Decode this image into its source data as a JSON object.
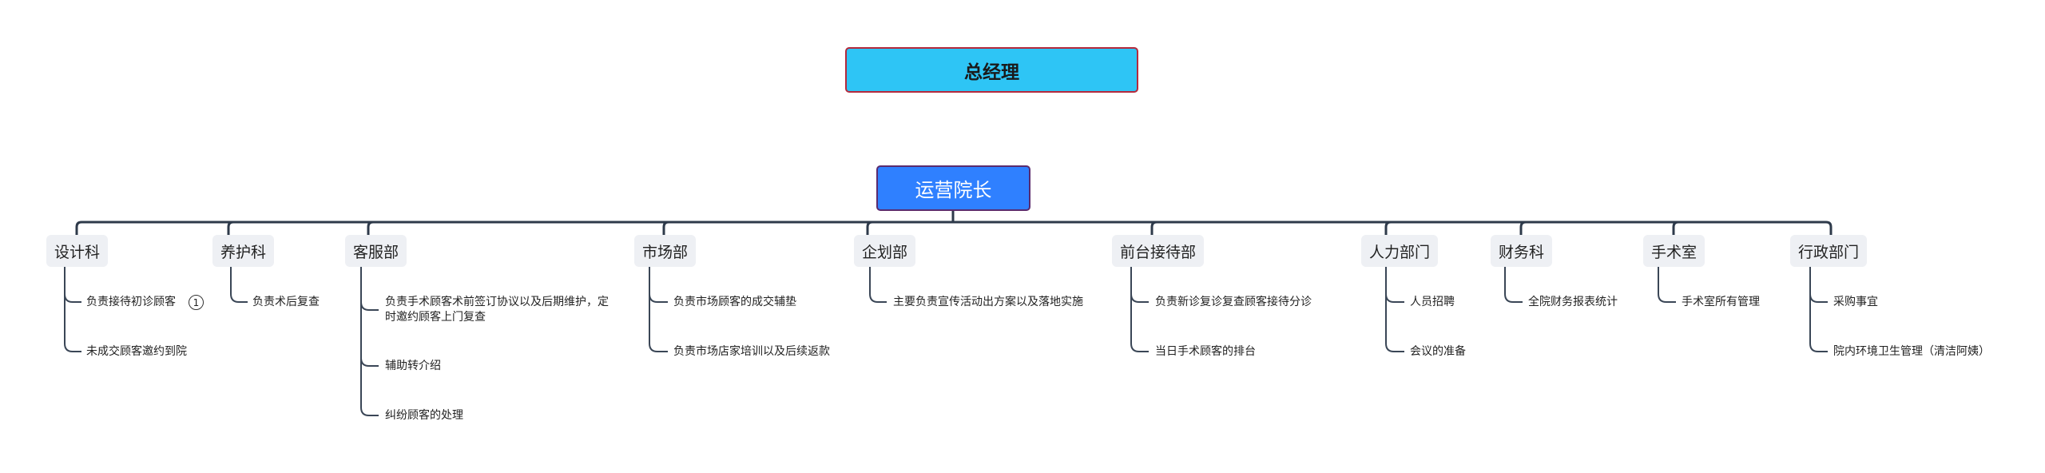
{
  "general_manager": "总经理",
  "operations_director": "运营院长",
  "departments": [
    {
      "name": "设计科",
      "tasks": [
        "负责接待初诊顾客",
        "未成交顾客邀约到院"
      ]
    },
    {
      "name": "养护科",
      "tasks": [
        "负责术后复查"
      ]
    },
    {
      "name": "客服部",
      "tasks": [
        "负责手术顾客术前签订协议以及后期维护，定",
        "时邀约顾客上门复查",
        "辅助转介绍",
        "纠纷顾客的处理"
      ]
    },
    {
      "name": "市场部",
      "tasks": [
        "负责市场顾客的成交辅垫",
        "负责市场店家培训以及后续返款"
      ]
    },
    {
      "name": "企划部",
      "tasks": [
        "主要负责宣传活动出方案以及落地实施"
      ]
    },
    {
      "name": "前台接待部",
      "tasks": [
        "负责新诊复诊复查顾客接待分诊",
        "当日手术顾客的排台"
      ]
    },
    {
      "name": "人力部门",
      "tasks": [
        "人员招聘",
        "会议的准备"
      ]
    },
    {
      "name": "财务科",
      "tasks": [
        "全院财务报表统计"
      ]
    },
    {
      "name": "手术室",
      "tasks": [
        "手术室所有管理"
      ]
    },
    {
      "name": "行政部门",
      "tasks": [
        "采购事宜",
        "院内环境卫生管理（清洁阿姨）"
      ]
    }
  ],
  "badge": "1",
  "colors": {
    "gm_fill": "#2ec5f5",
    "gm_border": "#b42a3c",
    "op_fill": "#2f80ff",
    "op_border": "#5a2b6e",
    "dept_fill": "#eef0f4",
    "line": "#2e3a4a"
  }
}
